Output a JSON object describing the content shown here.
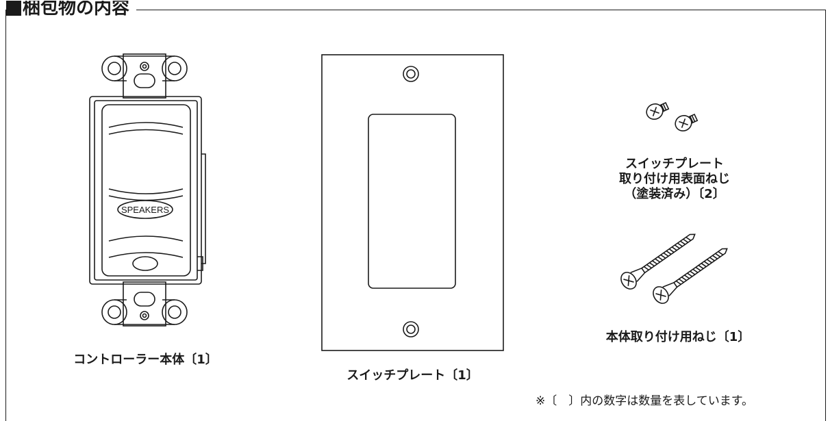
{
  "heading": "梱包物の内容",
  "items": [
    {
      "caption": "コントローラー本体〔1〕",
      "label": "SPEAKERS"
    },
    {
      "caption": "スイッチプレート〔1〕"
    },
    {
      "caption_lines": [
        "スイッチプレート",
        "取り付け用表面ねじ",
        "（塗装済み）〔2〕"
      ]
    },
    {
      "caption": "本体取り付け用ねじ〔1〕"
    }
  ],
  "note": "※〔　〕内の数字は数量を表しています。"
}
